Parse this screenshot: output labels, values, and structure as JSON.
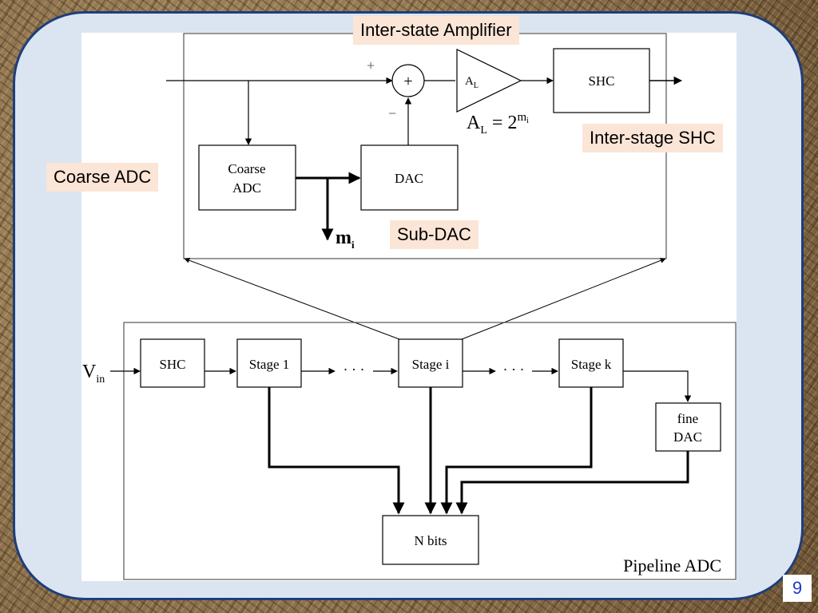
{
  "callouts": {
    "inter_state_amplifier": "Inter-state Amplifier",
    "inter_stage_shc": "Inter-stage SHC",
    "coarse_adc": "Coarse ADC",
    "sub_dac": "Sub-DAC"
  },
  "stage_detail": {
    "plus_sign": "+",
    "minus_sign": "−",
    "summer_symbol": "+",
    "amp_label_main": "A",
    "amp_label_sub": "L",
    "shc_label": "SHC",
    "coarse_adc_line1": "Coarse",
    "coarse_adc_line2": "ADC",
    "dac_label": "DAC",
    "output_label_main": "m",
    "output_label_sub": "i",
    "gain_eq_lhs_main": "A",
    "gain_eq_lhs_sub": "L",
    "gain_eq_rhs": " = 2",
    "gain_eq_exp_main": "m",
    "gain_eq_exp_sub": "i"
  },
  "pipeline": {
    "input_main": "V",
    "input_sub": "in",
    "shc": "SHC",
    "stage_1": "Stage 1",
    "stage_i": "Stage i",
    "stage_k": "Stage k",
    "dots": "· · ·",
    "fine_dac_line1": "fine",
    "fine_dac_line2": "DAC",
    "n_bits": "N bits",
    "caption": "Pipeline ADC"
  },
  "page_number": "9",
  "colors": {
    "panel_fill": "#dbe5f1",
    "panel_border": "#1f3d7a",
    "callout_fill": "#fbe5d6",
    "page_number_text": "#1d38c8",
    "diagram_line": "#000000"
  }
}
